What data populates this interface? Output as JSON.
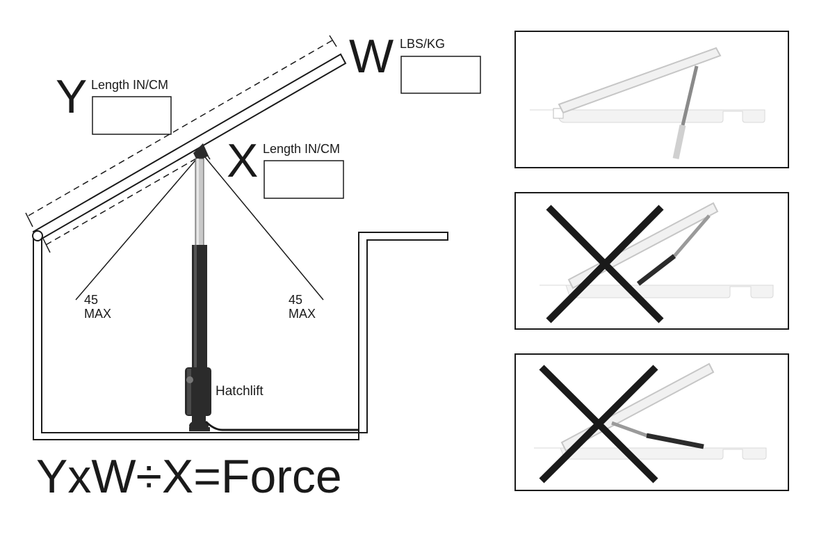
{
  "labels": {
    "y_letter": "Y",
    "y_unit": "Length IN/CM",
    "w_letter": "W",
    "w_unit": "LBS/KG",
    "x_letter": "X",
    "x_unit": "Length IN/CM",
    "angle_left_value": "45",
    "angle_left_max": "MAX",
    "angle_right_value": "45",
    "angle_right_max": "MAX",
    "product": "Hatchlift",
    "formula": "YxW÷X=Force"
  },
  "inputs": {
    "y_length": "",
    "w_weight": "",
    "x_length": ""
  },
  "panels": [
    {
      "id": "correct-mount",
      "crossed": false
    },
    {
      "id": "incorrect-mount-1",
      "crossed": true
    },
    {
      "id": "incorrect-mount-2",
      "crossed": true
    }
  ],
  "colors": {
    "ink": "#1a1a1a",
    "actuator_dark": "#2b2b2b",
    "actuator_light": "#c8c8c8",
    "lid_fill": "#efefef"
  }
}
